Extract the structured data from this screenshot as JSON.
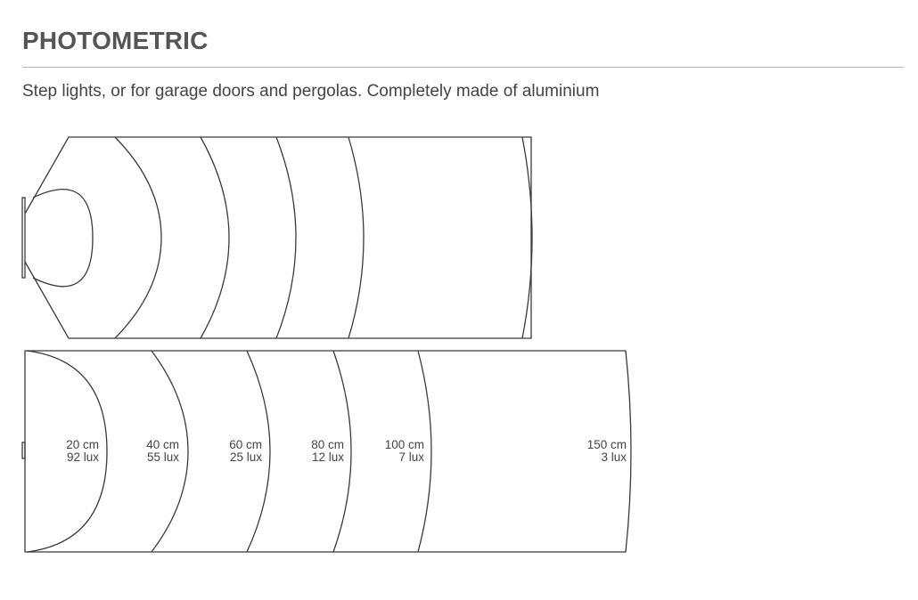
{
  "header": {
    "title": "PHOTOMETRIC",
    "subtitle": "Step lights, or for garage doors and pergolas. Completely made of aluminium"
  },
  "side_view": {
    "beam_shape": "fan-out to rectangle",
    "zone_count": 6
  },
  "top_view": {
    "zones": [
      {
        "distance": "20 cm",
        "illuminance": "92 lux"
      },
      {
        "distance": "40 cm",
        "illuminance": "55 lux"
      },
      {
        "distance": "60 cm",
        "illuminance": "25 lux"
      },
      {
        "distance": "80 cm",
        "illuminance": "12 lux"
      },
      {
        "distance": "100 cm",
        "illuminance": "7 lux"
      },
      {
        "distance": "150 cm",
        "illuminance": "3 lux"
      }
    ]
  },
  "colors": {
    "line": "#3a3a3a",
    "title": "#555555",
    "text": "#444444",
    "rule": "#b5b5b5"
  }
}
